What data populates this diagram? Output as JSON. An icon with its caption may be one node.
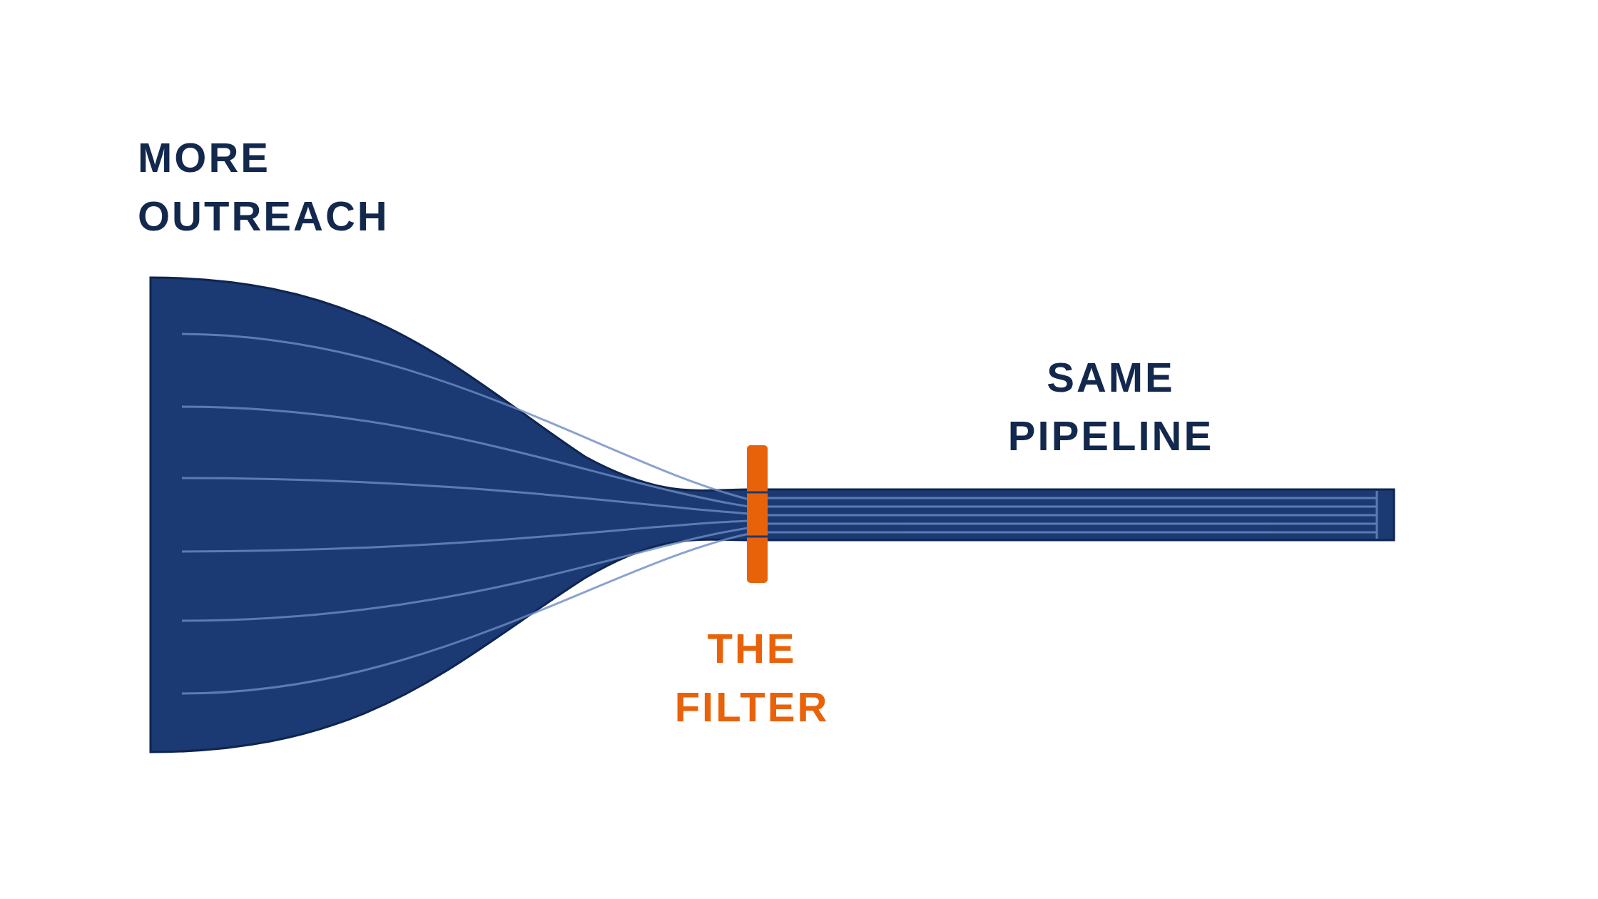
{
  "diagram": {
    "labels": [
      "MORE OUTREACH",
      "SAME PIPELINE",
      "THE FILTER"
    ]
  }
}
